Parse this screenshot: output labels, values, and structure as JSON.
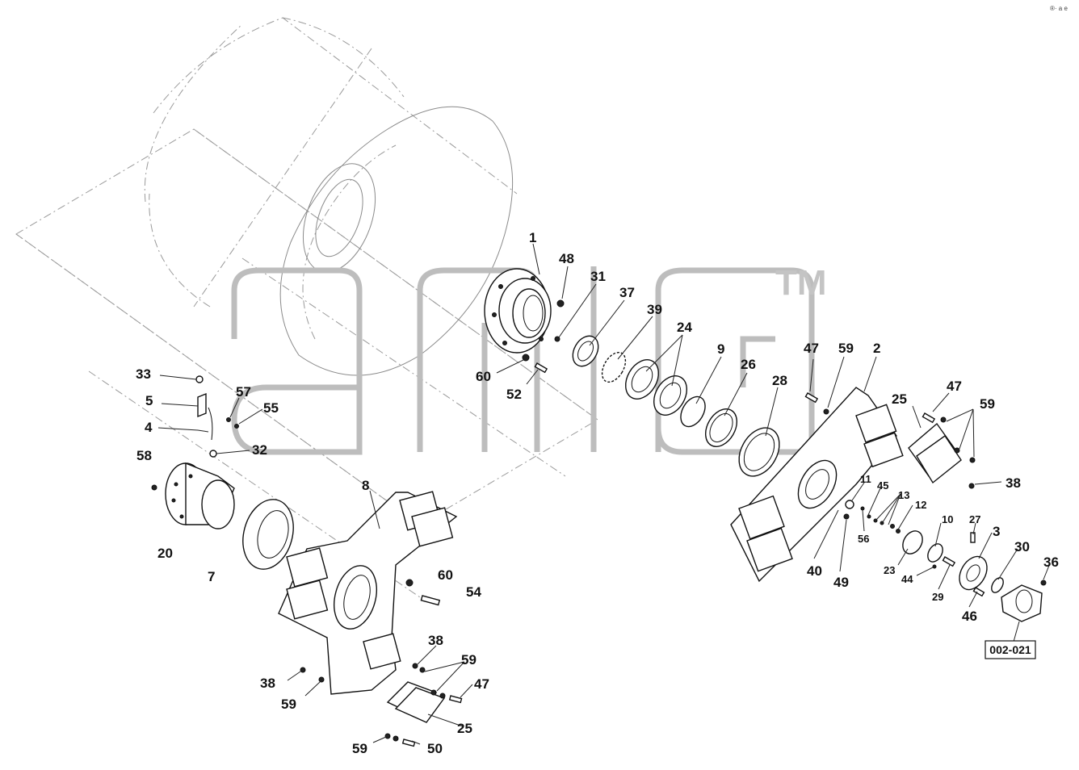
{
  "watermark": {
    "trademark": "TM"
  },
  "corner_mark": "®· a e",
  "reference_code": "002-021",
  "callouts": {
    "c1": "1",
    "c48": "48",
    "c31": "31",
    "c37": "37",
    "c39": "39",
    "c24": "24",
    "c9": "9",
    "c26": "26",
    "c28": "28",
    "c60a": "60",
    "c52": "52",
    "c47a": "47",
    "c59a": "59",
    "c2": "2",
    "c25a": "25",
    "c47b": "47",
    "c59b": "59",
    "c38a": "38",
    "c33": "33",
    "c5": "5",
    "c4": "4",
    "c57": "57",
    "c55": "55",
    "c32": "32",
    "c58": "58",
    "c20": "20",
    "c7": "7",
    "c8": "8",
    "c60b": "60",
    "c54": "54",
    "c11": "11",
    "c45": "45",
    "c13": "13",
    "c12": "12",
    "c56": "56",
    "c10": "10",
    "c27": "27",
    "c3": "3",
    "c30": "30",
    "c36": "36",
    "c40": "40",
    "c49": "49",
    "c23": "23",
    "c44": "44",
    "c29": "29",
    "c46": "46",
    "c38b": "38",
    "c59c": "59",
    "c38c": "38",
    "c59d": "59",
    "c47c": "47",
    "c25b": "25",
    "c59e": "59",
    "c50": "50"
  }
}
